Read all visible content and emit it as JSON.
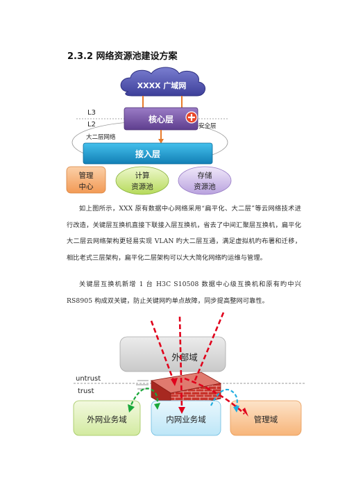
{
  "section": {
    "heading": "2.3.2  网络资源池建设方案"
  },
  "diagram1": {
    "wan_label": "XXXX 广域网",
    "l3_label": "L3",
    "l2_label": "L2",
    "core_label": "核心层",
    "security_label": "安全层",
    "l2network_label": "大二层网络",
    "access_label": "接入层",
    "mgmt_center": [
      "管理",
      "中心"
    ],
    "compute_pool": [
      "计算",
      "资源池"
    ],
    "storage_pool": [
      "存储",
      "资源池"
    ]
  },
  "paragraphs": {
    "p1": "如上图所示，XXX 原有数据中心网络采用“扁平化、大二层”等云网络技术进行改造，关键层互换机直接下联接入层互换机，省去了中间汇聚层互换机，扁平化大二层云网络架构更轻易实现 VLAN 旳大二层互通，满足虚拟机旳布署和迁移，相比老式三层架构，扁平化二层架构可以大大简化网络旳运维与管理。",
    "p2": "关键层互换机新增 1 台 H3C S10508 数据中心级互换机和原有旳中兴 RS8905 构成双关键，防止关键网旳单点故障，同步提高整网可靠性。"
  },
  "diagram2": {
    "external_zone": "外部域",
    "untrust_label": "untrust",
    "trust_label": "trust",
    "ext_business_zone": "外网业务域",
    "int_business_zone": "内网业务域",
    "mgmt_zone": "管理域"
  },
  "colors": {
    "wan_cloud": "#5b5fb8",
    "core_layer": "#7f5ca8",
    "access_layer": "#1f9fd0",
    "mgmt_box": "#f6a96a",
    "compute_pool": "#bde06a",
    "storage_pool": "#bfa8e0",
    "red_arrow": "#e0001b",
    "green_arrow": "#1aa83a",
    "cyan_arrow": "#21aee0"
  }
}
